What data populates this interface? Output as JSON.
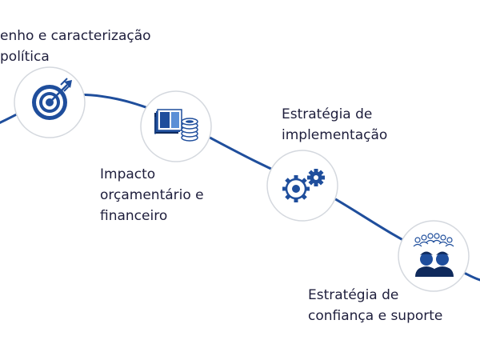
{
  "colors": {
    "line": "#1f4e9c",
    "icon_primary": "#1f4e9c",
    "icon_light": "#5b8fd6",
    "icon_dark": "#0f2a5c",
    "circle_fill": "#ffffff",
    "circle_border": "#d4d8de",
    "text": "#1e1e3c"
  },
  "steps": [
    {
      "icon": "target-icon",
      "label_lines": [
        "enho e caracterização",
        "política"
      ]
    },
    {
      "icon": "money-coins-icon",
      "label_lines": [
        "Impacto",
        "orçamentário e",
        "financeiro"
      ]
    },
    {
      "icon": "gears-icon",
      "label_lines": [
        "Estratégia de",
        "implementação"
      ]
    },
    {
      "icon": "people-group-icon",
      "label_lines": [
        "Estratégia de",
        "confiança e suporte"
      ]
    }
  ]
}
